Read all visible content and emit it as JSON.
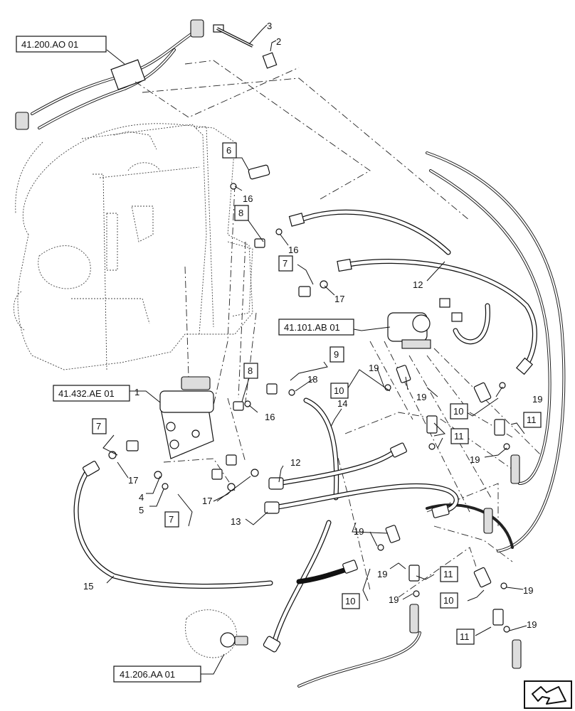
{
  "refs": {
    "r_41200": "41.200.AO 01",
    "r_41101": "41.101.AB 01",
    "r_41432": "41.432.AE 01",
    "r_41206": "41.206.AA 01"
  },
  "boxed": {
    "b6": "6",
    "b8a": "8",
    "b7a": "7",
    "b9": "9",
    "b8b": "8",
    "b10a": "10",
    "b7b": "7",
    "b10b": "10",
    "b11a": "11",
    "b11b": "11",
    "b7c": "7",
    "b11c": "11",
    "b10c": "10",
    "b10d": "10",
    "b11d": "11"
  },
  "callouts": {
    "c3": "3",
    "c2": "2",
    "c16a": "16",
    "c16b": "16",
    "c17a": "17",
    "c12a": "12",
    "c1": "1",
    "c18": "18",
    "c19a": "19",
    "c19b": "19",
    "c19c": "19",
    "c14": "14",
    "c16c": "16",
    "c19d": "19",
    "c17b": "17",
    "c4": "4",
    "c5": "5",
    "c17c": "17",
    "c12b": "12",
    "c13": "13",
    "c19e": "19",
    "c19f": "19",
    "c15": "15",
    "c19g": "19",
    "c19h": "19",
    "c19i": "19"
  },
  "icons": {
    "nav": "next-page-arrow-icon"
  }
}
